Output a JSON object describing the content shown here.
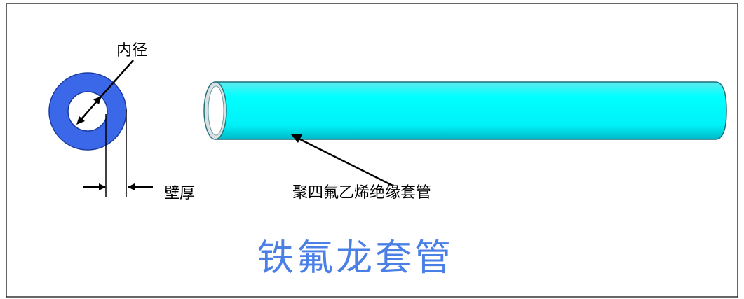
{
  "labels": {
    "inner_diameter": "内径",
    "wall_thickness": "壁厚",
    "sleeve": "聚四氟乙烯绝缘套管",
    "title": "铁氟龙套管"
  },
  "colors": {
    "ring": "#3b68e8",
    "tube": "#00ffff",
    "tube_shade": "#00b8c8",
    "title": "#4a7fe6",
    "frame": "#000000"
  }
}
